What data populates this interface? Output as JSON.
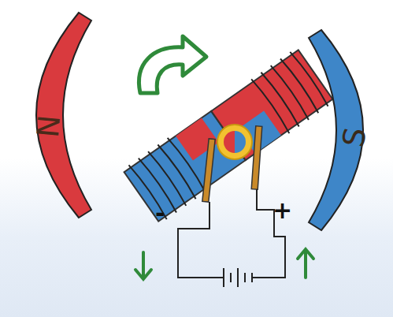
{
  "diagram": {
    "nodes": [
      {
        "text": [
          "N"
        ]
      },
      {
        "text": [
          "S"
        ]
      }
    ],
    "labels": [
      "-",
      "+"
    ]
  }
}
